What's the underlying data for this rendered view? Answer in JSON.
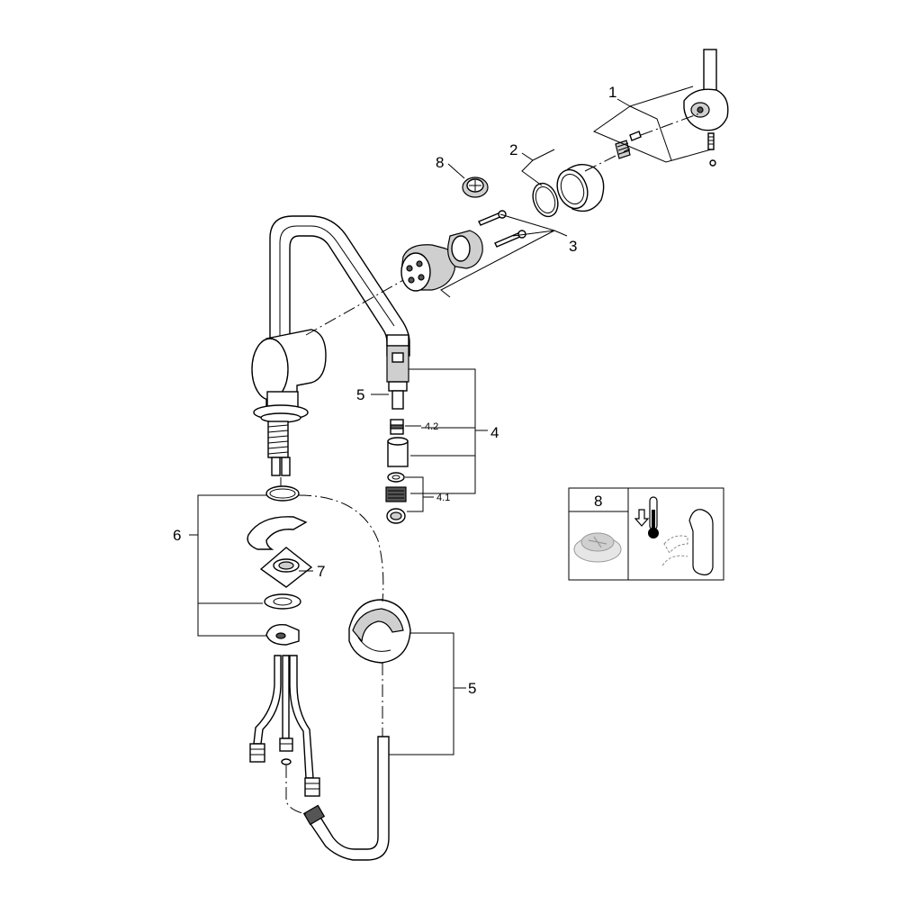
{
  "diagram": {
    "callouts": {
      "c1": "1",
      "c2": "2",
      "c3": "3",
      "c4": "4",
      "c41": "4.1",
      "c42": "4.2",
      "c5a": "5",
      "c5b": "5",
      "c6": "6",
      "c7": "7",
      "c8": "8"
    },
    "legend": {
      "label": "8"
    }
  }
}
